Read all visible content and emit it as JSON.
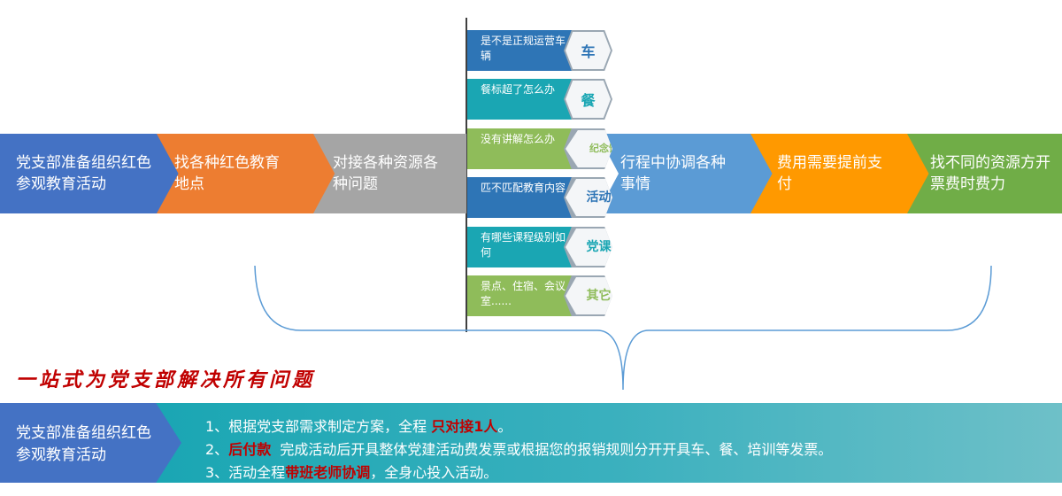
{
  "flow": [
    {
      "text": "党支部准备组织红色参观教育活动",
      "color": "#4472c4"
    },
    {
      "text": "找各种红色教育地点",
      "color": "#ed7d31"
    },
    {
      "text": "对接各种资源各种问题",
      "color": "#a5a5a5"
    },
    {
      "text": "行程中协调各种事情",
      "color": "#5b9bd5"
    },
    {
      "text": "费用需要提前支付",
      "color": "#ff9900"
    },
    {
      "text": "找不同的资源方开票费时费力",
      "color": "#70ad47"
    }
  ],
  "issues": [
    {
      "text": "是不是正规运营车辆",
      "tag": "车",
      "color": "#2e75b6",
      "tag_color": "#2e75b6"
    },
    {
      "text": "餐标超了怎么办",
      "tag": "餐",
      "color": "#1aa6b3",
      "tag_color": "#1aa6b3"
    },
    {
      "text": "没有讲解怎么办",
      "tag": "纪念馆",
      "color": "#8fbc5a",
      "tag_color": "#8fbc5a"
    },
    {
      "text": "匹不匹配教育内容",
      "tag": "活动",
      "color": "#2e75b6",
      "tag_color": "#2e75b6"
    },
    {
      "text": "有哪些课程级别如何",
      "tag": "党课",
      "color": "#1aa6b3",
      "tag_color": "#1aa6b3"
    },
    {
      "text": "景点、住宿、会议室......",
      "tag": "其它",
      "color": "#8fbc5a",
      "tag_color": "#8fbc5a"
    }
  ],
  "slogan": "一站式为党支部解决所有问题",
  "bottom": {
    "left_text": "党支部准备组织红色参观教育活动",
    "line1": {
      "a": "1、根据党支部需求制定方案，全程 ",
      "b": "只对接1人",
      "c": "。"
    },
    "line2": {
      "a": "2、",
      "b": "后付款",
      "c": "  完成活动后开具整体党建活动费发票或根据您的报销规则分开开具车、餐、培训等发票。"
    },
    "line3": {
      "a": "3、活动全程",
      "b": "带班老师协调",
      "c": "，全身心投入活动。"
    }
  }
}
